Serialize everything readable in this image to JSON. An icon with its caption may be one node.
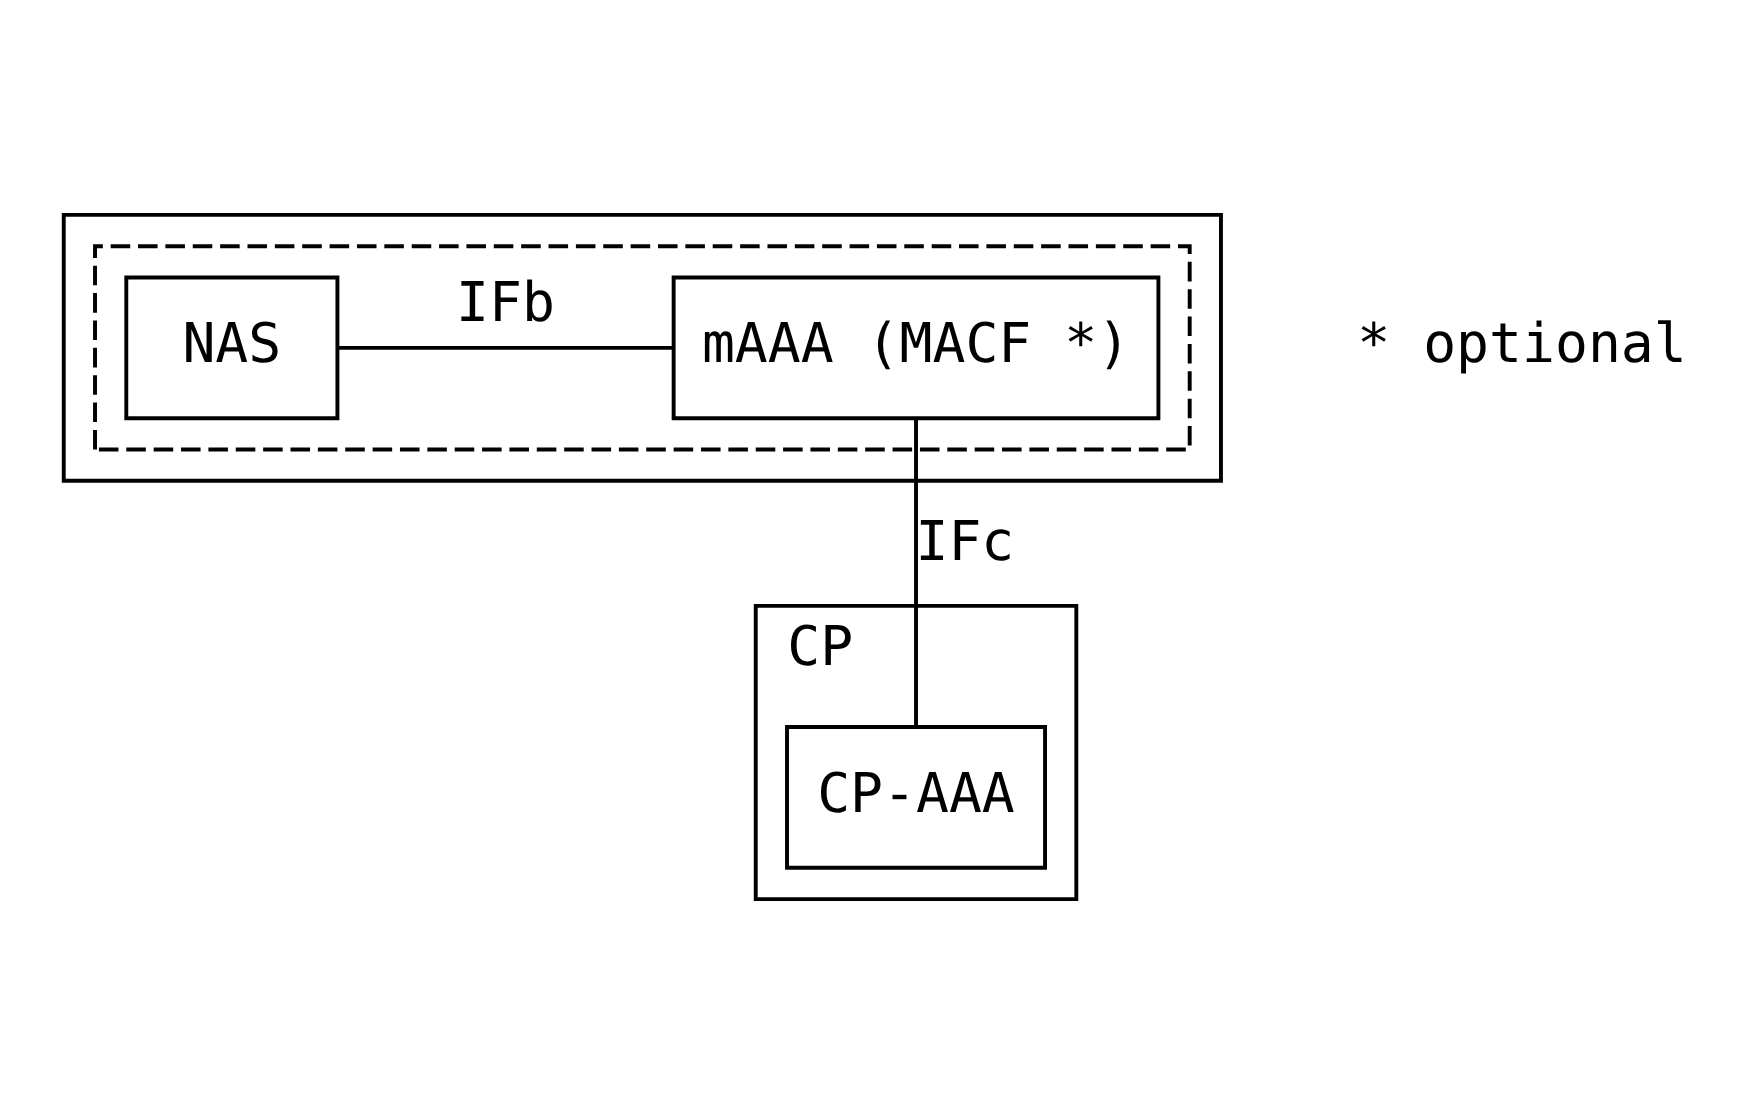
{
  "diagram": {
    "nodes": [
      {
        "text": [],
        "shape": "box"
      },
      {
        "text": [],
        "shape": "box",
        "in": 0
      },
      {
        "text": [
          "NAS"
        ],
        "in": 1
      },
      {
        "text": [
          "mAAA (MACF *)"
        ],
        "in": 1
      },
      {
        "text": [
          "CP"
        ]
      },
      {
        "text": [
          "CP-AAA"
        ],
        "in": 4
      }
    ],
    "edges": [
      {
        "from": 2,
        "to": 3,
        "arrow": "none",
        "label": "IFb"
      },
      {
        "from": 3,
        "to": 5,
        "arrow": "none",
        "label": "IFc"
      }
    ],
    "labels": [
      "* optional"
    ]
  }
}
